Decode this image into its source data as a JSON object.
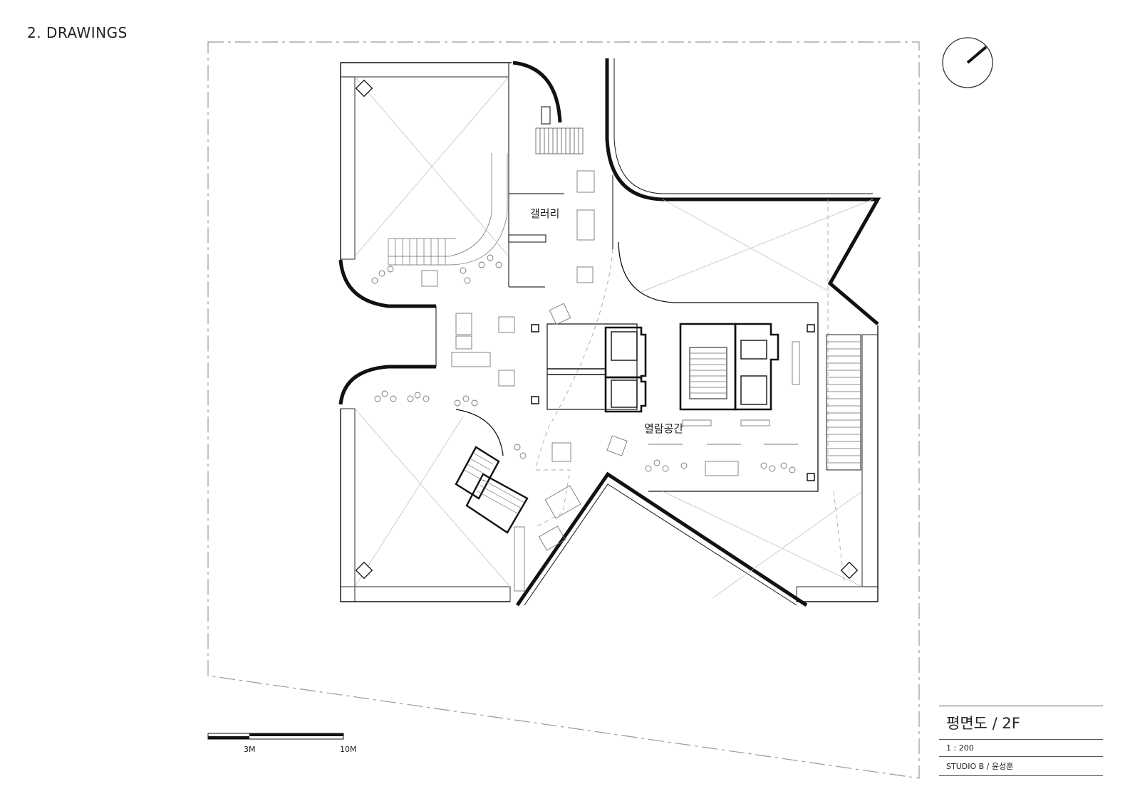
{
  "sheet": {
    "section_title": "2. DRAWINGS"
  },
  "plan": {
    "rooms": [
      {
        "name": "gallery",
        "label": "갤러리"
      },
      {
        "name": "reading-space",
        "label": "열람공간"
      }
    ]
  },
  "scale_bar": {
    "labels": [
      "3M",
      "10M"
    ]
  },
  "title_block": {
    "drawing_title": "평면도 / 2F",
    "scale": "1 : 200",
    "studio": "STUDIO B / 윤성훈"
  }
}
